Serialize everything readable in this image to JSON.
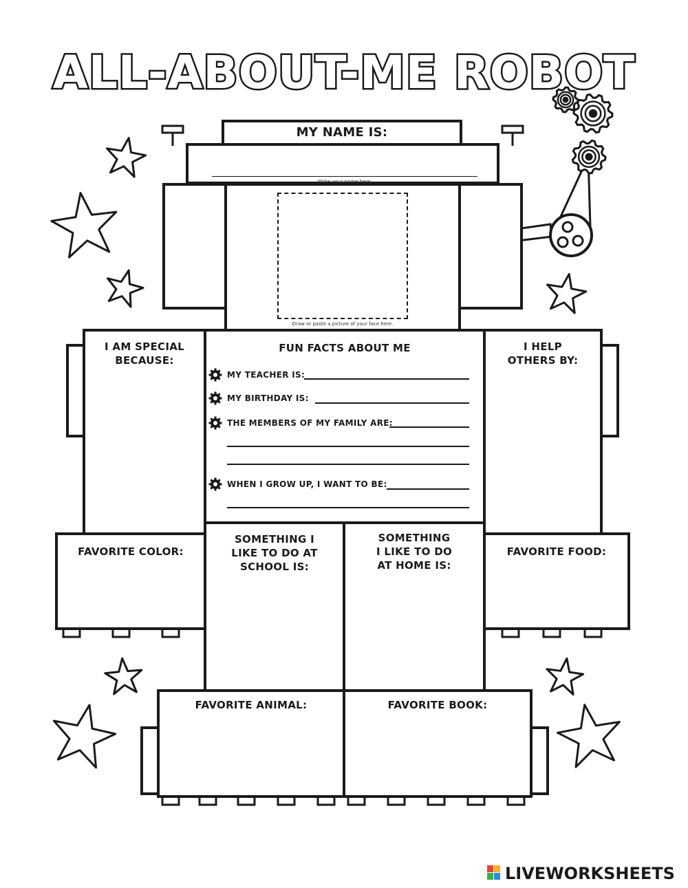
{
  "title": "ALL-ABOUT-ME ROBOT",
  "name_section": {
    "label": "MY NAME IS:",
    "hint": "Write your name here."
  },
  "face_hint": "Draw or paste a picture of your face here.",
  "special": "I AM SPECIAL\nBECAUSE:",
  "help": "I HELP\nOTHERS BY:",
  "fun_facts": {
    "heading": "FUN FACTS ABOUT ME",
    "items": [
      "MY TEACHER IS:",
      "MY BIRTHDAY IS:",
      "THE MEMBERS OF MY FAMILY ARE:",
      "WHEN I GROW UP, I WANT TO BE:"
    ]
  },
  "favorite_color": "FAVORITE COLOR:",
  "school": "SOMETHING I\nLIKE TO DO AT\nSCHOOL IS:",
  "home": "SOMETHING\nI LIKE TO DO\nAT HOME IS:",
  "favorite_food": "FAVORITE FOOD:",
  "favorite_animal": "FAVORITE ANIMAL:",
  "favorite_book": "FAVORITE BOOK:",
  "footer": {
    "brand": "LIVEWORKSHEETS",
    "logo_letters": "LIVE",
    "logo_colors": [
      "#e8443a",
      "#f5b324",
      "#3fae49",
      "#2a8fd6"
    ]
  }
}
